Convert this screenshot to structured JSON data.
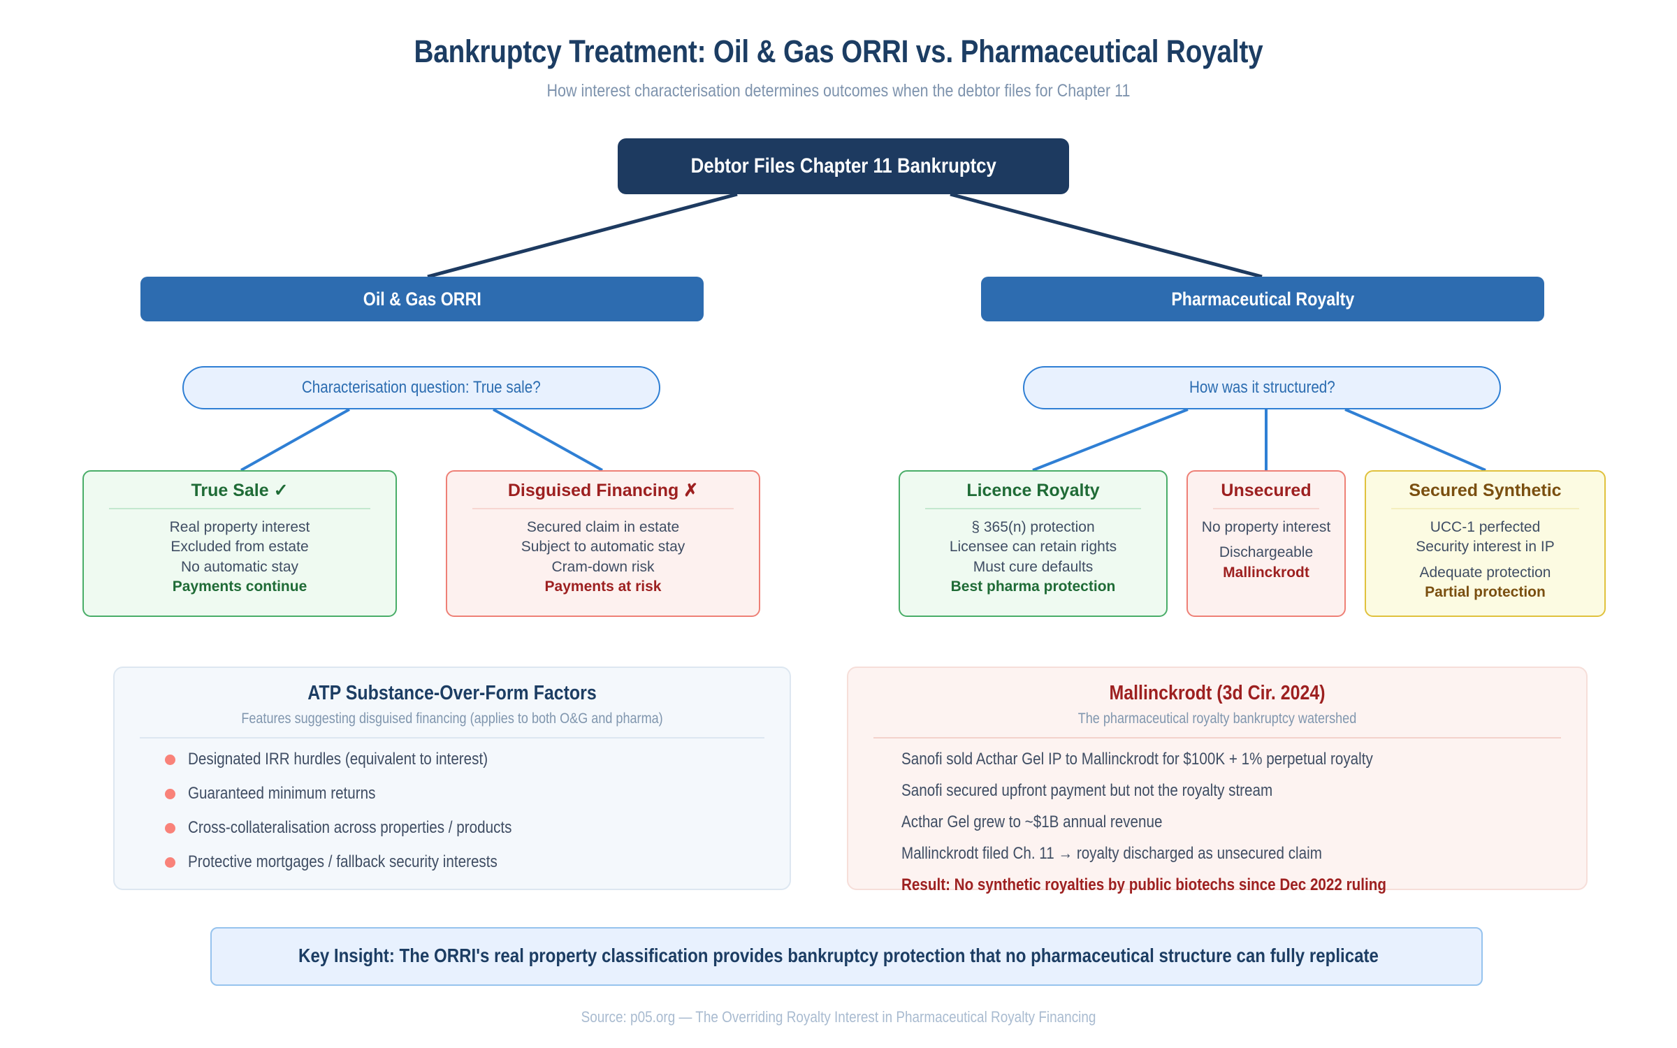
{
  "header": {
    "title": "Bankruptcy Treatment: Oil & Gas ORRI vs. Pharmaceutical Royalty",
    "subtitle": "How interest characterisation determines outcomes when the debtor files for Chapter 11"
  },
  "root": {
    "label": "Debtor Files Chapter 11 Bankruptcy"
  },
  "branches": {
    "oil_gas": {
      "head": "Oil & Gas ORRI",
      "question": "Characterisation question: True sale?"
    },
    "pharma": {
      "head": "Pharmaceutical Royalty",
      "question": "How was it structured?"
    }
  },
  "cards": {
    "true_sale": {
      "title": "True Sale ✓",
      "lines": [
        "Real property interest",
        "Excluded from estate",
        "No automatic stay"
      ],
      "verdict": "Payments continue"
    },
    "disguised_financing": {
      "title": "Disguised Financing ✗",
      "lines": [
        "Secured claim in estate",
        "Subject to automatic stay",
        "Cram-down risk"
      ],
      "verdict": "Payments at risk"
    },
    "licence_royalty": {
      "title": "Licence Royalty",
      "lines": [
        "§ 365(n) protection",
        "Licensee can retain rights",
        "Must cure defaults"
      ],
      "verdict": "Best pharma protection"
    },
    "unsecured": {
      "title": "Unsecured",
      "lines": [
        "No property interest",
        "Dischargeable"
      ],
      "verdict": "Mallinckrodt"
    },
    "secured_synthetic": {
      "title": "Secured Synthetic",
      "lines": [
        "UCC-1 perfected",
        "Security interest in IP",
        "Adequate protection"
      ],
      "verdict": "Partial protection"
    }
  },
  "atp_panel": {
    "title": "ATP Substance-Over-Form Factors",
    "subtitle": "Features suggesting disguised financing (applies to both O&G and pharma)",
    "bullets": [
      "Designated IRR hurdles (equivalent to interest)",
      "Guaranteed minimum returns",
      "Cross-collateralisation across properties / products",
      "Protective mortgages / fallback security interests"
    ]
  },
  "mallinckrodt_panel": {
    "title": "Mallinckrodt (3d Cir. 2024)",
    "subtitle": "The pharmaceutical royalty bankruptcy watershed",
    "lines": [
      "Sanofi sold Acthar Gel IP to Mallinckrodt for $100K + 1% perpetual royalty",
      "Sanofi secured upfront payment but not the royalty stream",
      "Acthar Gel grew to ~$1B annual revenue",
      "Mallinckrodt filed Ch. 11 → royalty discharged as unsecured claim"
    ],
    "result": "Result: No synthetic royalties by public biotechs since Dec 2022 ruling"
  },
  "key_insight": "Key Insight: The ORRI's real property classification provides bankruptcy protection that no pharmaceutical structure can fully replicate",
  "footer": "Source: p05.org — The Overriding Royalty Interest in Pharmaceutical Royalty Financing",
  "colors": {
    "navy": "#1d3a60",
    "blue": "#2d6cb0",
    "green": "#49ad68",
    "red": "#ee8076",
    "yellow": "#e0c13c",
    "coral": "#f98279"
  }
}
